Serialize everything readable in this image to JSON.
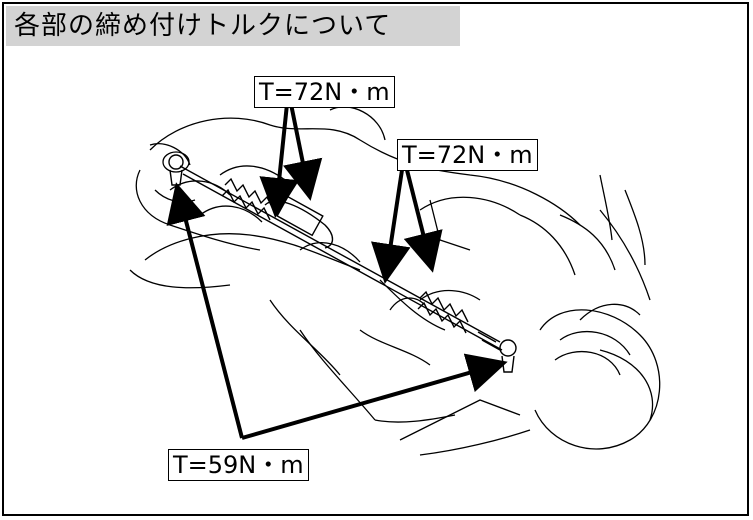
{
  "header": {
    "title": "各部の締め付けトルクについて"
  },
  "callouts": {
    "torque_upper": "T=72N・m",
    "torque_right": "T=72N・m",
    "torque_lower": "T=59N・m"
  },
  "colors": {
    "title_bg": "#d3d3d3",
    "line": "#000000",
    "background": "#ffffff"
  }
}
